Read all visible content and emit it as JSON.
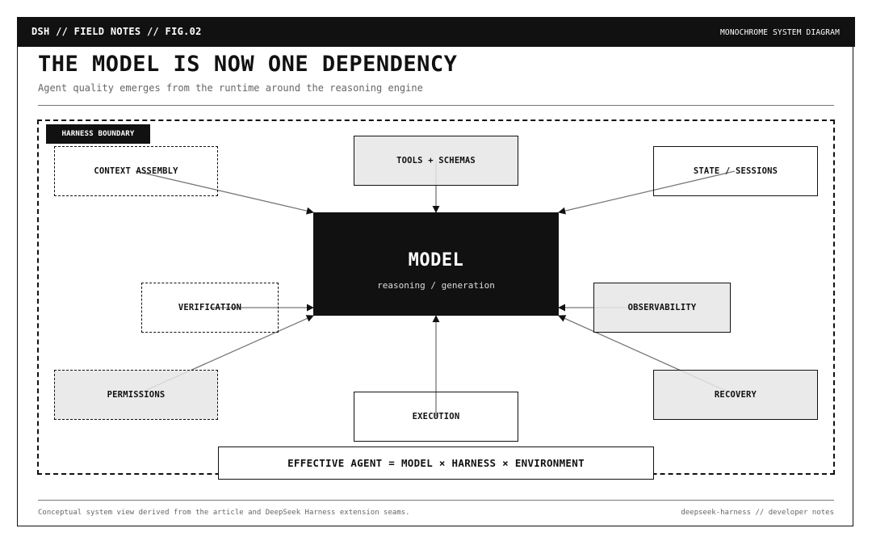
{
  "header": {
    "left": "DSH // FIELD NOTES // FIG.02",
    "right": "MONOCHROME SYSTEM DIAGRAM"
  },
  "title": "THE MODEL IS NOW ONE DEPENDENCY",
  "subtitle": "Agent quality emerges from the runtime around the reasoning engine",
  "harness": {
    "label": "HARNESS BOUNDARY"
  },
  "model": {
    "title": "MODEL",
    "subtitle": "reasoning / generation"
  },
  "nodes": {
    "context_assembly": "CONTEXT ASSEMBLY",
    "tools_schemas": "TOOLS + SCHEMAS",
    "state_sessions": "STATE / SESSIONS",
    "verification": "VERIFICATION",
    "observability": "OBSERVABILITY",
    "permissions": "PERMISSIONS",
    "execution": "EXECUTION",
    "recovery": "RECOVERY"
  },
  "formula": "EFFECTIVE AGENT = MODEL × HARNESS × ENVIRONMENT",
  "footer": {
    "left": "Conceptual system view derived from the article and DeepSeek Harness extension seams.",
    "right": "deepseek-harness // developer notes"
  },
  "colors": {
    "ink": "#111111",
    "grey_fill": "#e6e6e6",
    "connector": "#777777"
  }
}
